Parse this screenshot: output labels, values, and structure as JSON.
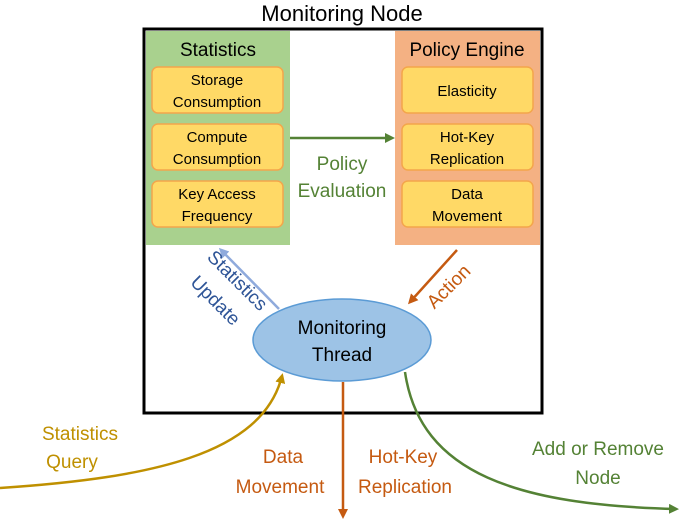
{
  "title": "Monitoring Node",
  "statistics": {
    "heading": "Statistics",
    "items": [
      [
        "Storage",
        "Consumption"
      ],
      [
        "Compute",
        "Consumption"
      ],
      [
        "Key Access",
        "Frequency"
      ]
    ]
  },
  "policy_engine": {
    "heading": "Policy Engine",
    "items": [
      [
        "Elasticity"
      ],
      [
        "Hot-Key",
        "Replication"
      ],
      [
        "Data",
        "Movement"
      ]
    ]
  },
  "monitoring_thread": {
    "line1": "Monitoring",
    "line2": "Thread"
  },
  "labels": {
    "policy_evaluation": [
      "Policy",
      "Evaluation"
    ],
    "statistics_update": [
      "Statistics",
      "Update"
    ],
    "action": "Action",
    "statistics_query": [
      "Statistics",
      "Query"
    ],
    "data_movement": [
      "Data",
      "Movement"
    ],
    "hot_key_replication": [
      "Hot-Key",
      "Replication"
    ],
    "add_or_remove_node": [
      "Add or Remove",
      "Node"
    ]
  },
  "colors": {
    "stats_panel": "#a9d18e",
    "policy_panel": "#f4b183",
    "item_fill": "#ffd966",
    "item_border": "#f4a64b",
    "thread_fill": "#9dc3e6",
    "green": "#548235",
    "blue": "#2f5597",
    "orange": "#c55a11",
    "gold": "#bf9000"
  }
}
